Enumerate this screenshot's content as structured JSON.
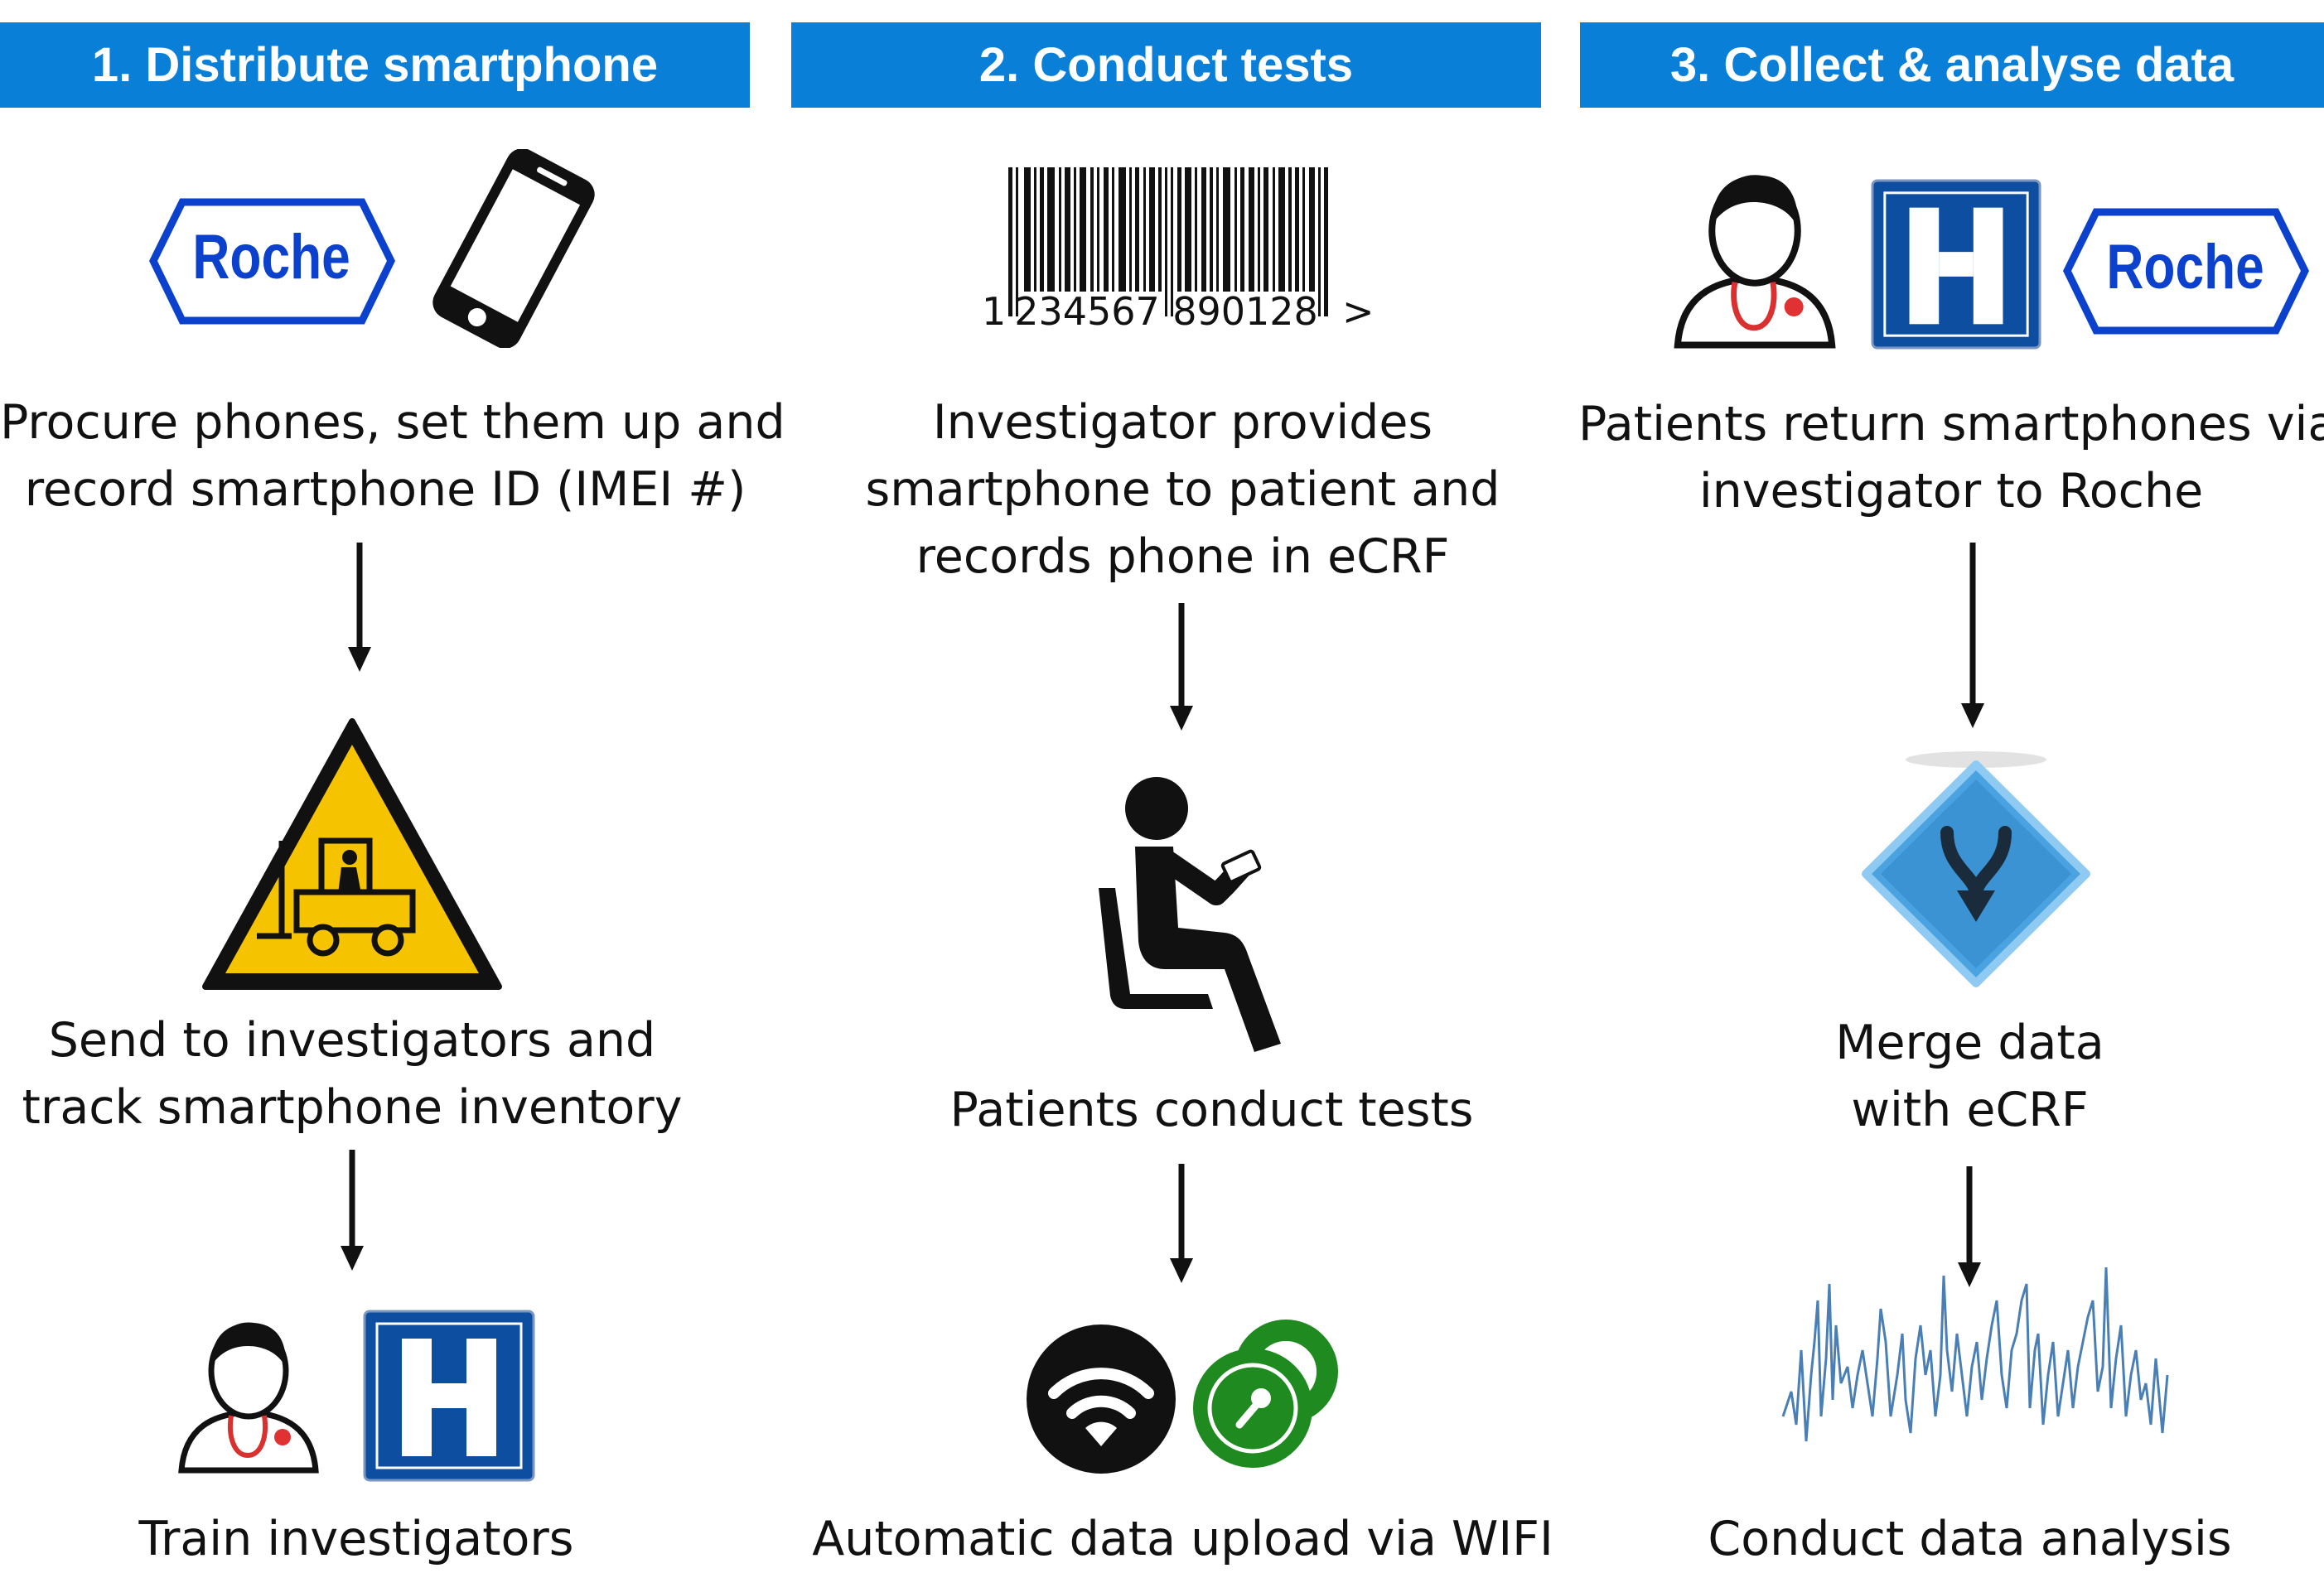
{
  "columns": [
    {
      "header": "1. Distribute smartphone",
      "steps": [
        {
          "caption": "Procure phones, set them up and\nrecord smartphone ID (IMEI #)",
          "icons": [
            "roche-logo",
            "smartphone-icon"
          ]
        },
        {
          "caption": "Send to investigators and\ntrack smartphone inventory",
          "icons": [
            "forklift-warning-icon"
          ]
        },
        {
          "caption": "Train investigators",
          "icons": [
            "doctor-icon",
            "hospital-icon"
          ]
        }
      ]
    },
    {
      "header": "2. Conduct tests",
      "steps": [
        {
          "caption": "Investigator provides\nsmartphone to patient and\nrecords phone in eCRF",
          "icons": [
            "barcode-icon"
          ]
        },
        {
          "caption": "Patients conduct tests",
          "icons": [
            "seated-patient-icon"
          ]
        },
        {
          "caption": "Automatic data upload via WIFI",
          "icons": [
            "wifi-icon",
            "secure-upload-icon"
          ]
        }
      ]
    },
    {
      "header": "3. Collect & analyse data",
      "steps": [
        {
          "caption": "Patients return smartphones via\ninvestigator to Roche",
          "icons": [
            "doctor-icon",
            "hospital-icon",
            "roche-logo"
          ]
        },
        {
          "caption": "Merge data\nwith eCRF",
          "icons": [
            "merge-icon"
          ]
        },
        {
          "caption": "Conduct data analysis",
          "icons": [
            "signal-waveform-icon"
          ]
        }
      ]
    }
  ],
  "logo_text": "Roche",
  "barcode_text": {
    "lead": "1",
    "left": "234567",
    "right": "890128",
    "end": ">"
  },
  "colors": {
    "header": "#0a7fd8",
    "roche": "#0b41cd",
    "hospital": "#0d4ea0",
    "warning": "#f5c300",
    "secure": "#1f8a1f",
    "merge": "#4aa3e0"
  }
}
